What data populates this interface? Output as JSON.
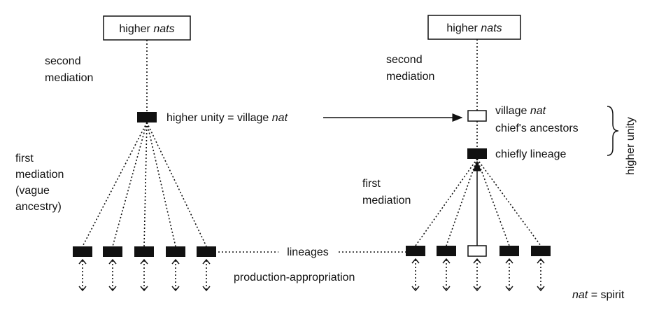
{
  "left": {
    "top_box_prefix": "higher ",
    "top_box_em": "nats",
    "second_mediation": [
      "second",
      "mediation"
    ],
    "node_prefix": "higher unity = village ",
    "node_em": "nat",
    "first_mediation": [
      "first",
      "mediation",
      "(vague",
      "ancestry)"
    ]
  },
  "right": {
    "top_box_prefix": "higher ",
    "top_box_em": "nats",
    "second_mediation": [
      "second",
      "mediation"
    ],
    "village_nat_prefix": "village ",
    "village_nat_em": "nat",
    "chiefs_ancestors": "chief's ancestors",
    "chiefly_lineage": "chiefly lineage",
    "higher_unity": "higher unity",
    "first_mediation": [
      "first",
      "mediation"
    ]
  },
  "bottom": {
    "lineages": "lineages",
    "production": "production-appropriation"
  },
  "legend": {
    "em": "nat",
    "rest": " = spirit"
  },
  "colors": {
    "ink": "#111111",
    "background": "#ffffff"
  }
}
